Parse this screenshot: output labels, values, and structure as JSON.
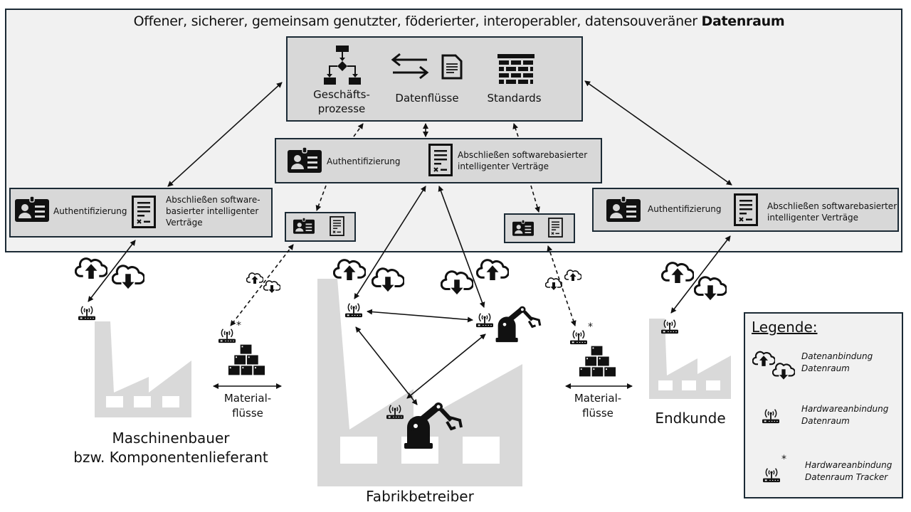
{
  "header": {
    "title_prefix": "Offener, sicherer, gemeinsam genutzter, föderierter, interoperabler, datensouveräner ",
    "title_bold": "Datenraum"
  },
  "core_box": {
    "items": [
      {
        "icon": "flowchart-icon",
        "label_line1": "Geschäfts-",
        "label_line2": "prozesse"
      },
      {
        "icon": "data-exchange-icon",
        "label": "Datenflüsse"
      },
      {
        "icon": "brick-wall-icon",
        "label": "Standards"
      }
    ]
  },
  "auth_center": {
    "auth_label": "Authentifizierung",
    "contract_line1": "Abschließen softwarebasierter",
    "contract_line2": "intelligenter Verträge"
  },
  "auth_left": {
    "auth_label": "Authentifizierung",
    "contract_line1": "Abschließen software-",
    "contract_line2": "basierter intelligenter",
    "contract_line3": "Verträge"
  },
  "auth_right": {
    "auth_label": "Authentifizierung",
    "contract_line1": "Abschließen softwarebasierter",
    "contract_line2": "intelligenter Verträge"
  },
  "actors": {
    "left_line1": "Maschinenbauer",
    "left_line2": "bzw. Komponentenlieferant",
    "center": "Fabrikbetreiber",
    "right": "Endkunde"
  },
  "material_flows": {
    "left_line1": "Material-",
    "left_line2": "flüsse",
    "right_line1": "Material-",
    "right_line2": "flüsse"
  },
  "legend": {
    "title": "Legende:",
    "items": [
      {
        "icon": "cloud-up-down-icon",
        "line1": "Datenanbindung",
        "line2": "Datenraum"
      },
      {
        "icon": "router-icon",
        "line1": "Hardwareanbindung",
        "line2": "Datenraum"
      },
      {
        "icon": "router-tracker-icon",
        "line1": "Hardwareanbindung",
        "line2": "Datenraum Tracker",
        "marker": "*"
      }
    ]
  },
  "colors": {
    "frame": "#1b2a35",
    "box_fill": "#d8d8d8",
    "outer_fill": "#f1f1f1",
    "factory_fill": "#d9d9d9",
    "icon": "#111111"
  }
}
